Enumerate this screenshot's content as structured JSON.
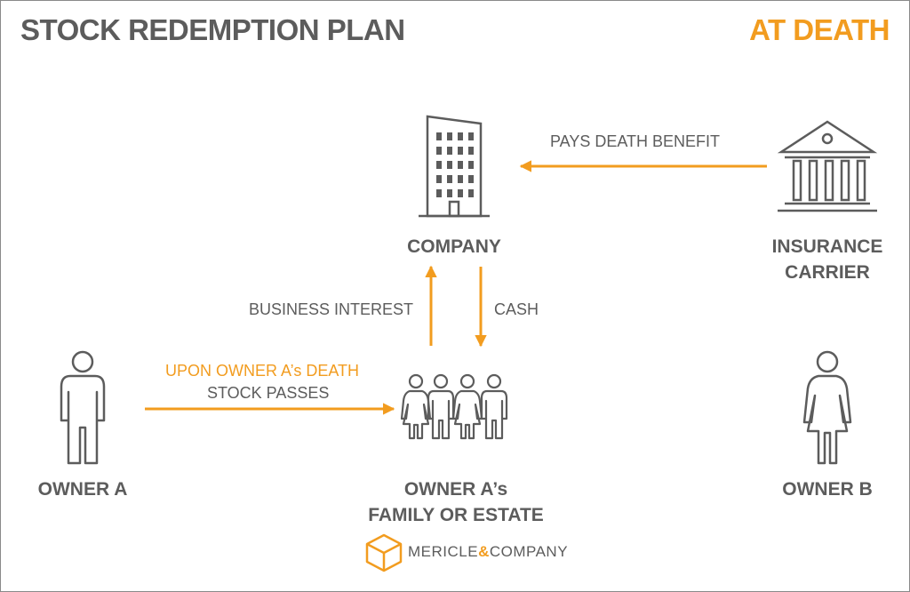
{
  "title": "STOCK REDEMPTION PLAN",
  "subtitle": "AT DEATH",
  "colors": {
    "accent": "#f29c1f",
    "gray": "#5c5c5c",
    "border": "#8a8a8a"
  },
  "nodes": {
    "company": {
      "label": "COMPANY",
      "icon": "office-building-icon"
    },
    "insurance": {
      "label_line1": "INSURANCE",
      "label_line2": "CARRIER",
      "icon": "bank-building-icon"
    },
    "owner_a": {
      "label": "OWNER A",
      "icon": "man-icon"
    },
    "family": {
      "label_line1": "OWNER A’s",
      "label_line2": "FAMILY OR ESTATE",
      "icon": "family-icon"
    },
    "owner_b": {
      "label": "OWNER B",
      "icon": "woman-icon"
    }
  },
  "edges": {
    "pays_death_benefit": "PAYS DEATH BENEFIT",
    "business_interest": "BUSINESS INTEREST",
    "cash": "CASH",
    "upon_death": "UPON OWNER A’s DEATH",
    "stock_passes": "STOCK PASSES"
  },
  "logo": {
    "name_part1": "MERICLE",
    "amp": "&",
    "name_part2": "COMPANY",
    "icon": "cube-icon"
  }
}
